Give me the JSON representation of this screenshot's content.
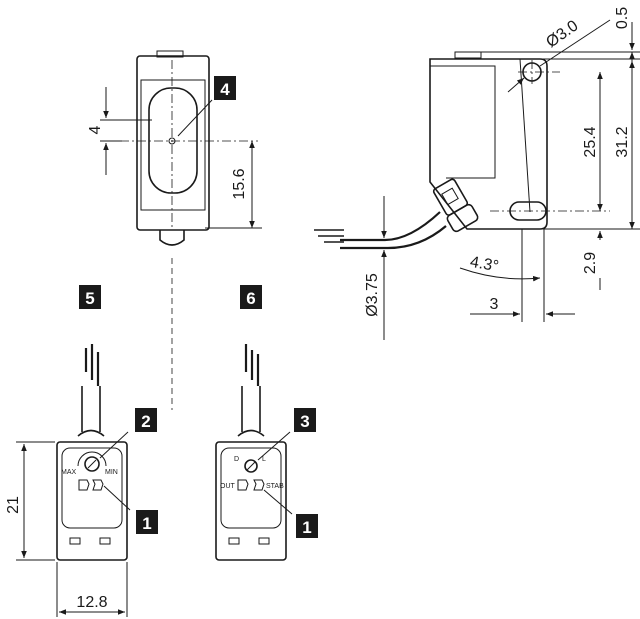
{
  "dimensions": {
    "d4": "4",
    "d15_6": "15.6",
    "d_hole": "Ø3.0",
    "d0_5": "0.5",
    "d25_4": "25.4",
    "d31_2": "31.2",
    "d2_9": "2.9",
    "d_angle": "4.3°",
    "d_cable": "Ø3.75",
    "d3": "3",
    "d21": "21",
    "d12_8": "12.8"
  },
  "badges": {
    "b1": "1",
    "b2": "2",
    "b3": "3",
    "b4": "4",
    "b5": "5",
    "b6": "6"
  },
  "labels": {
    "max": "MAX",
    "min": "MIN",
    "d": "D",
    "l": "L",
    "out": "OUT",
    "stab": "STAB"
  }
}
